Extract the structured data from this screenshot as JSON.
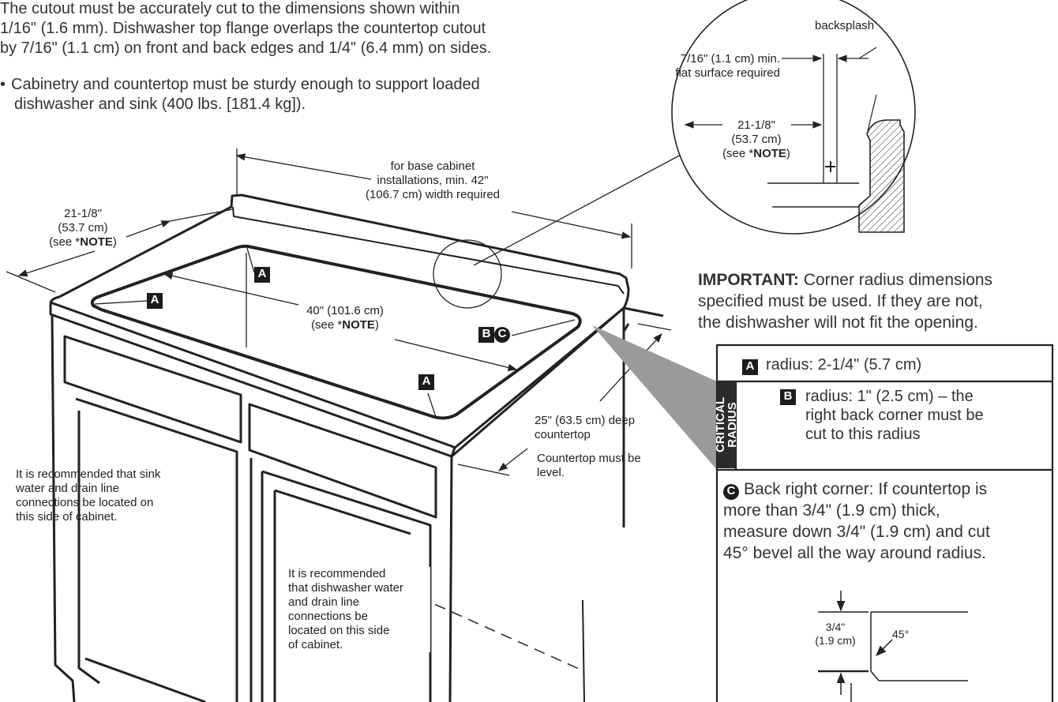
{
  "intro": {
    "paragraph_lines": [
      "The cutout must be accurately cut to the dimensions shown within",
      "1/16\" (1.6 mm). Dishwasher top flange overlaps the countertop cutout",
      "by 7/16\" (1.1 cm) on front and back edges and 1/4\" (6.4 mm) on sides."
    ],
    "bullet_symbol": "•",
    "bullet_lines": [
      "Cabinetry and countertop must be sturdy enough to support loaded",
      "dishwasher and sink (400 lbs. [181.4 kg])."
    ]
  },
  "detail": {
    "backsplash": "backsplash",
    "flat_surface_lines": [
      "7/16\" (1.1 cm) min.",
      "flat surface required"
    ],
    "depth_lines": [
      "21-1/8\"",
      "(53.7 cm)"
    ],
    "see_prefix": "(see *",
    "note_word": "NOTE",
    "see_suffix": ")"
  },
  "main": {
    "width_lines": [
      "for base cabinet",
      "installations, min. 42\"",
      "(106.7 cm) width required"
    ],
    "depth_lines": [
      "21-1/8\"",
      "(53.7 cm)"
    ],
    "see_prefix": "(see *",
    "note_word": "NOTE",
    "see_suffix": ")",
    "cutout_width": "40\" (101.6 cm)",
    "badge_a": "A",
    "badge_b": "B",
    "badge_c": "C",
    "countertop_lines": [
      "25\" (63.5 cm) deep",
      "countertop"
    ],
    "level_lines": [
      "Countertop must be",
      "level."
    ],
    "sink_note_lines": [
      "It is recommended that sink",
      "water and drain line",
      "connections be located on",
      "this side of cabinet."
    ],
    "dishwasher_note_lines": [
      "It is recommended",
      "that dishwasher water",
      "and drain line",
      "connections be",
      "located on this side",
      "of cabinet."
    ]
  },
  "important": {
    "label": "IMPORTANT:",
    "rest_line1": " Corner radius dimensions",
    "lines": [
      "specified must be used. If they are not,",
      "the dishwasher will not fit the opening."
    ]
  },
  "critical_box": {
    "side_label_lines": [
      "CRITICAL",
      "RADIUS"
    ],
    "radius_a": "radius: 2-1/4\" (5.7 cm)",
    "radius_b_lines": [
      "radius: 1\" (2.5 cm) – the",
      "right back corner must be",
      "cut to this radius"
    ],
    "c_lines": [
      "Back right corner: If countertop is",
      "more than 3/4\" (1.9 cm) thick,",
      "measure down 3/4\" (1.9 cm) and cut",
      "45° bevel all the way around radius."
    ],
    "bevel_dim_lines": [
      "3/4\"",
      "(1.9 cm)"
    ],
    "bevel_angle": "45°"
  }
}
